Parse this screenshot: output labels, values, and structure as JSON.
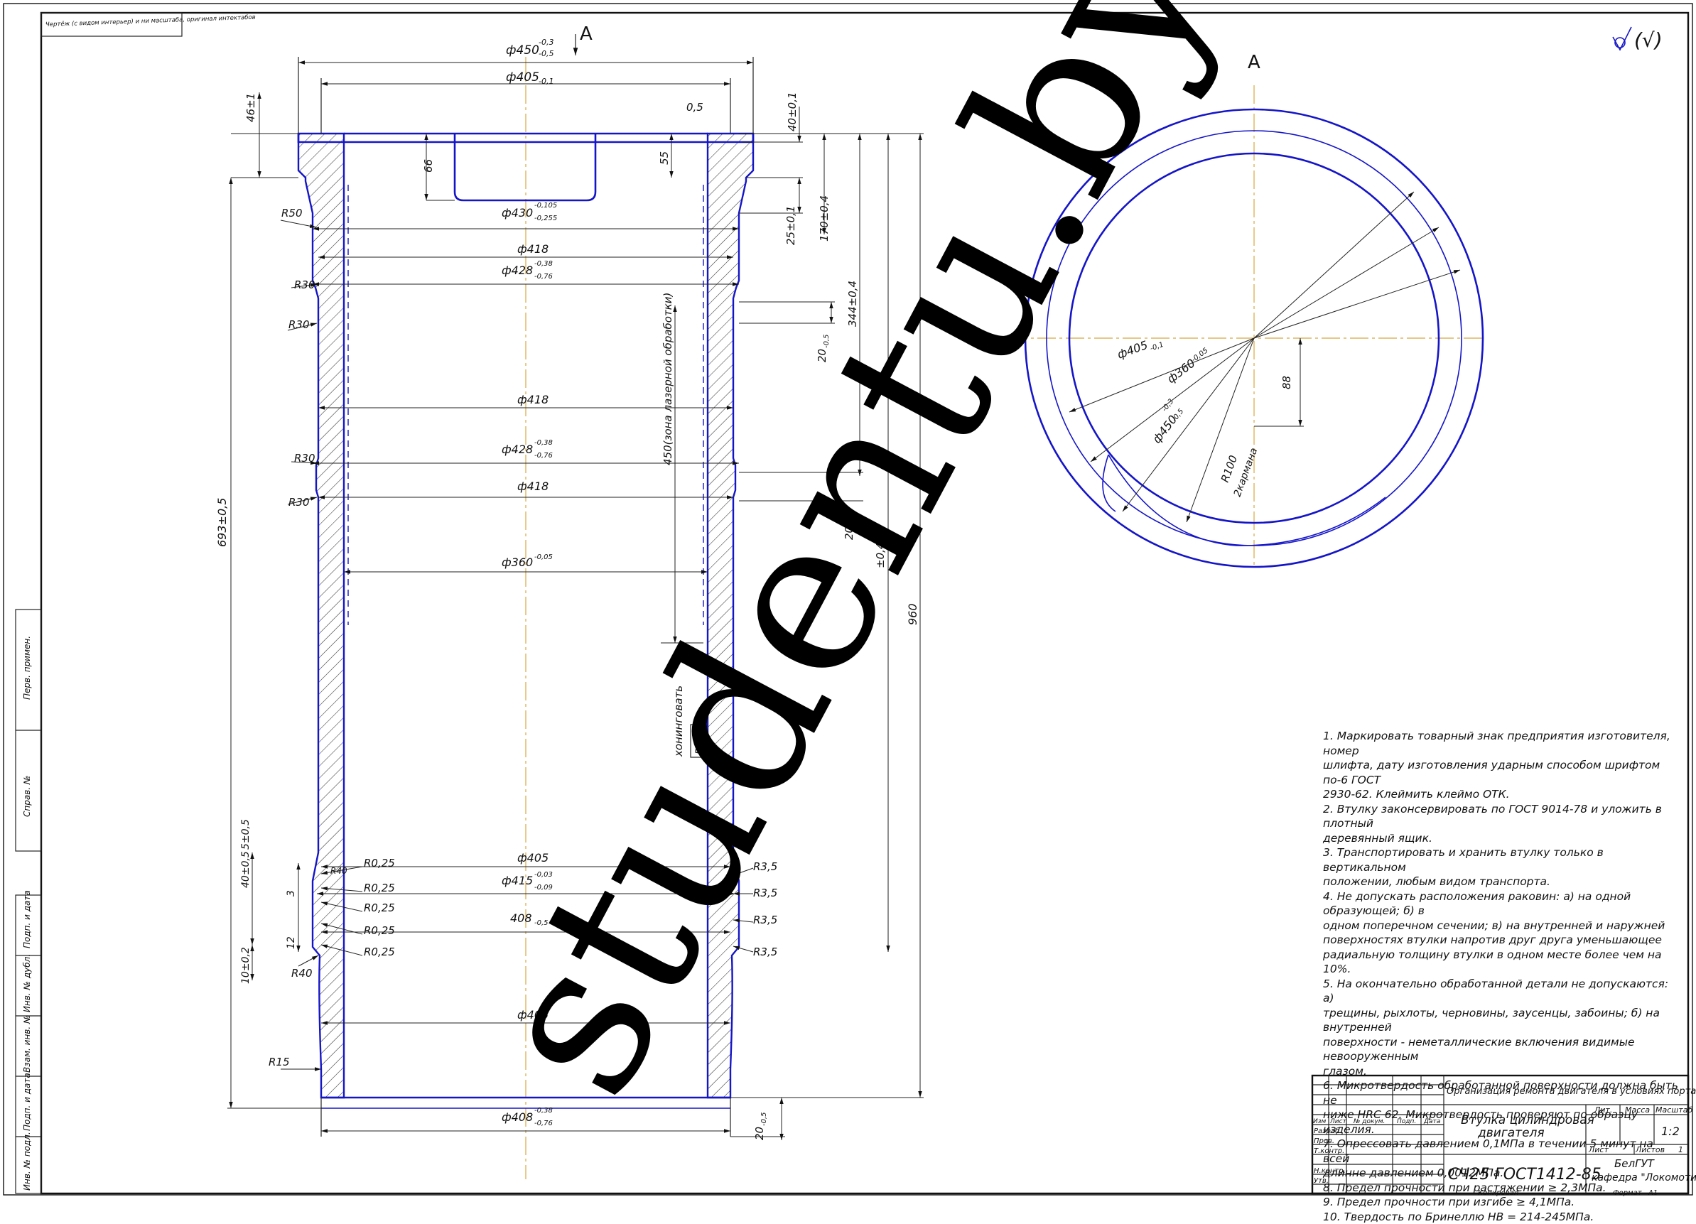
{
  "drawing": {
    "stamp_top_left": "Чертёж (с видом интерьер) и ни масштаба, оригинал интектабов",
    "section_mark": "А",
    "view_title": "А",
    "roughness_mark": "(√)",
    "watermark": "studentu.by"
  },
  "dimensions": {
    "d450": "ф450",
    "d450_tol_top": "-0,3",
    "d450_tol_bot": "-0,5",
    "d405_top": "ф405",
    "d405_top_tol": "-0,1",
    "gap": "0,5",
    "h46": "46±1",
    "h40": "40±0,1",
    "h66": "66",
    "h55": "55",
    "r50": "R50",
    "d430": "ф430",
    "d430_tol_top": "-0,105",
    "d430_tol_bot": "-0,255",
    "h25": "25±0,1",
    "h170": "170±0,4",
    "d418_a": "ф418",
    "d428_a": "ф428",
    "d428_a_tol_top": "-0,38",
    "d428_a_tol_bot": "-0,76",
    "r30_a": "R30",
    "r30_b": "R30",
    "h344": "344±0,4",
    "h20_a": "20",
    "h20_a_tol": "-0,5",
    "laser_zone": "450(зона лазерной обработки)",
    "d418_b": "ф418",
    "d428_b": "ф428",
    "d428_b_tol_top": "-0,38",
    "d428_b_tol_bot": "-0,76",
    "r30_c": "R30",
    "d418_c": "ф418",
    "r30_d": "R30",
    "h20_b": "20",
    "h20_b_tol": "-0,5",
    "h693": "693±0,5",
    "d360": "ф360",
    "d360_tol": "-0,05",
    "h_overlap": "±0,4",
    "h960": "960",
    "hone": "хонинговать",
    "ra": "Ra 0",
    "d405_b": "ф405",
    "d415": "ф415",
    "d415_tol_top": "-0,03",
    "d415_tol_bot": "-0,09",
    "d408_a": "408",
    "d408_a_tol": "-0,5",
    "r025_1": "R0,25",
    "r025_2": "R0,25",
    "r025_3": "R0,25",
    "r025_4": "R0,25",
    "r025_5": "R0,25",
    "r40_a": "R40",
    "r40_b": "R40",
    "h40_05": "40±0,5",
    "h05": "5±0,5",
    "h3": "3",
    "h12": "12",
    "h10": "10±0,2",
    "r35_1": "R3,5",
    "r35_2": "R3,5",
    "r35_3": "R3,5",
    "r35_4": "R3,5",
    "d405_c": "ф405",
    "r15": "R15",
    "d408_b": "ф408",
    "d408_b_tol_top": "-0,38",
    "d408_b_tol_bot": "-0,76",
    "h20_c": "20",
    "h20_c_tol": "-0,5"
  },
  "view_a": {
    "d405": "ф405",
    "d405_tol": "-0,1",
    "d360": "ф360",
    "d360_tol": "-0,05",
    "d450": "ф450",
    "d450_tol_top": "-0,3",
    "d450_tol_bot": "-0,5",
    "r100": "R100",
    "pockets": "2кармана",
    "h88": "88"
  },
  "notes": [
    "1. Маркировать товарный знак предприятия изготовителя, номер",
    "шлифта, дату изготовления ударным способом шрифтом по-6 ГОСТ",
    "2930-62. Клеймить клеймо ОТК.",
    "2. Втулку законсервировать по ГОСТ 9014-78 и уложить в плотный",
    "деревянный ящик.",
    "3. Транспортировать и хранить втулку только в вертикальном",
    "положении, любым видом транспорта.",
    "4. Не допускать расположения раковин: а) на одной образующей; б) в",
    "одном поперечном сечении; в) на внутренней и наружней",
    "поверхностях втулки напротив друг друга уменьшающее",
    "радиальную толщину втулки в одном месте более чем на 10%.",
    "5. На окончательно обработанной детали не допускаются: а)",
    "трещины, рыхлоты, черновины, заусенцы, забоины; б) на внутренней",
    "поверхности - неметаллические включения видимые невооруженным",
    "глазом.",
    "6. Микротвердость обработанной поверхности должна быть не",
    "ниже HRC 62. Микротвердость проверяют по образцу изделия.",
    "7. Опрессовать давлением 0,1МПа в течении 5 минут на всей",
    "длинне давлением 0,0012МПа.",
    "8. Предел прочности при растяжении ≥ 2,3МПа.",
    "9. Предел прочности при изгибе ≥ 4,1МПа.",
    "10. Твердость по Бринеллю НВ = 214-245МПа."
  ],
  "title_block": {
    "project": "Организация ремонта двигателя в условиях порта г. Гомель",
    "part_name_1": "Втулка цилиндровая",
    "part_name_2": "двигателя",
    "material": "СЧ25 ГОСТ1412-85",
    "col_izm": "Изм",
    "col_list": "Лист",
    "col_doc": "№ докум.",
    "col_sign": "Подп.",
    "col_date": "Дата",
    "row_razrab": "Разраб.",
    "row_prov": "Пров.",
    "row_tkontr": "Т.контр.",
    "row_nkontr": "Н.контр.",
    "row_utv": "Утв.",
    "lit_label": "Лит.",
    "mass_label": "Масса",
    "scale_label": "Масштаб",
    "scale_value": "1:2",
    "sheet_label": "Лист",
    "sheets_label": "Листов",
    "sheets_value": "1",
    "org_1": "БелГУТ",
    "org_2": "кафедра \"Локомотивы\"",
    "copied": "Копировал",
    "format_label": "Формат",
    "format_value": "А1"
  },
  "side_stamp": {
    "perv_primen": "Перв. примен.",
    "sprav": "Справ. №",
    "podp_data_1": "Подп. и дата",
    "inv_dubl": "Инв. № дубл.",
    "vzam_inv": "Взам. инв. №",
    "podp_data_2": "Подп. и дата",
    "inv_podl": "Инв. № подл."
  }
}
